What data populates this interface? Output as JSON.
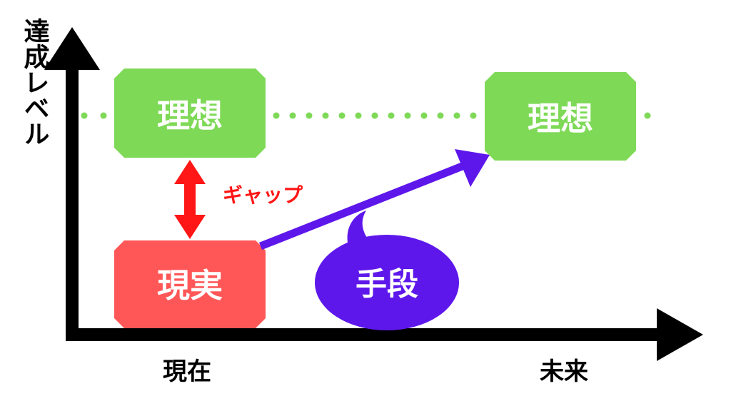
{
  "y_axis_label": "達成レベル",
  "x_axis": {
    "start_label": "現在",
    "end_label": "未来"
  },
  "ideal_now": {
    "label": "理想"
  },
  "ideal_future": {
    "label": "理想"
  },
  "reality": {
    "label": "現実"
  },
  "gap": {
    "label": "ギャップ"
  },
  "means": {
    "label": "手段"
  },
  "colors": {
    "ideal": "#7ed957",
    "reality": "#ff5757",
    "gap": "#ff1616",
    "means": "#5e17eb",
    "axis": "#000000"
  }
}
